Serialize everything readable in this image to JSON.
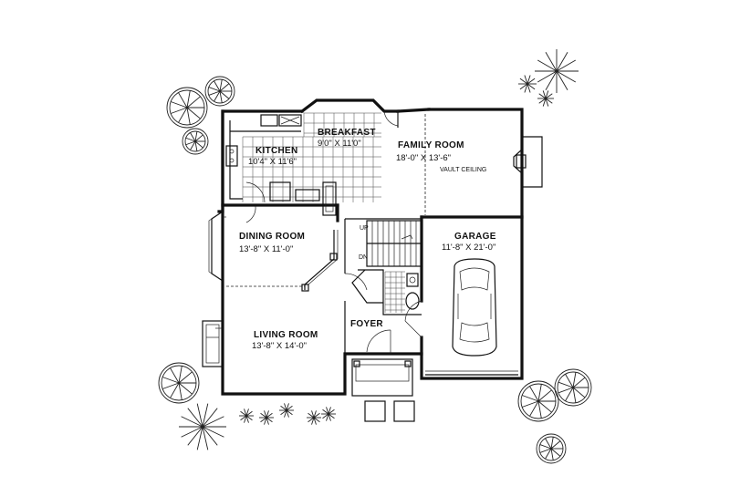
{
  "rooms": {
    "breakfast": {
      "name": "BREAKFAST",
      "dims": "9'0\" X 11'0\""
    },
    "kitchen": {
      "name": "KITCHEN",
      "dims": "10'4\" X 11'6\""
    },
    "family_room": {
      "name": "FAMILY ROOM",
      "dims": "18'-0\" X 13'-6\"",
      "note": "VAULT CEILING"
    },
    "dining_room": {
      "name": "DINING ROOM",
      "dims": "13'-8\" X 11'-0\""
    },
    "garage": {
      "name": "GARAGE",
      "dims": "11'-8\" X 21'-0\""
    },
    "living_room": {
      "name": "LIVING ROOM",
      "dims": "13'-8\" X 14'-0\""
    },
    "foyer": {
      "name": "FOYER"
    }
  },
  "stairs": {
    "up": "UP",
    "down": "DN"
  }
}
